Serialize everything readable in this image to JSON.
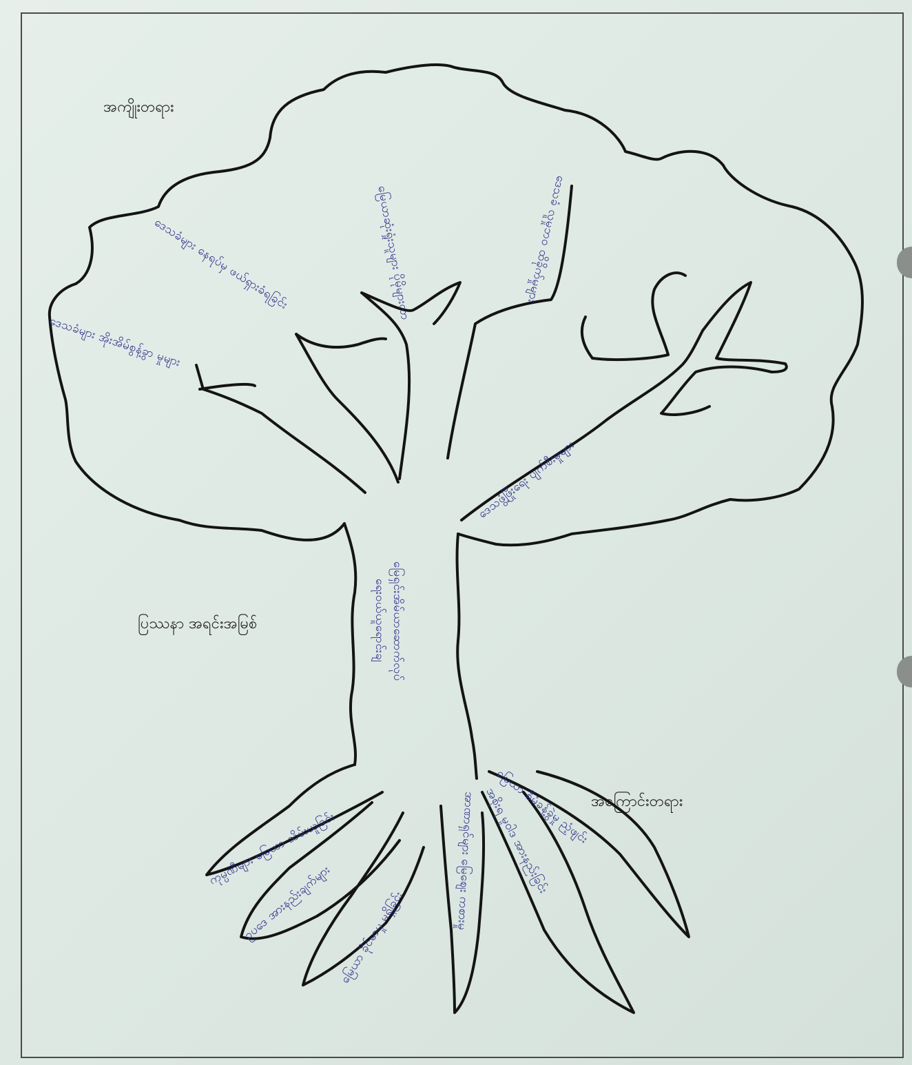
{
  "labels": {
    "effects": "အကျိုးတရား",
    "core_problem": "ပြဿနာ အရင်းအမြစ်",
    "causes": "အကြောင်းတရား"
  },
  "trunk_text": [
    "မြေရှင်းအိမ်ယာဆောက်လုပ်",
    "ရေး၀ယ်ယူရောင်းချ"
  ],
  "branch_texts": [
    "ဒေသခံများ နေရပ်မှ ဖယ်ရှားခံရခြင်း",
    "ဒေသခံများ အိုးအိမ်စွန့်ခွာ မှုများ",
    "မြေယာဆုံးရှုံးသူများ ပိုမိုများလာ",
    "ဒေသခံ လူမှုဘဝ ထိခိုက်မှုများ",
    "ဒေသဖွံ့ဖြိုးရေး ပျက်စီးမှုများ"
  ],
  "root_texts": [
    "ကုမ္ပဏီများ မြေယာ သိမ်းယူခြင်း",
    "ဥပဒေ အားနည်းချက်များ",
    "မြေယာ ခိုင်မာမှု မရှိခြင်း",
    "အာဏာရှင်များ မြေဈေး ကစားမှု",
    "အစိုးရ မူဝါဒ အားနည်းခြင်း",
    "မြေယာ စီမံခန့်ခွဲမှု ညံ့ဖျင်း"
  ]
}
